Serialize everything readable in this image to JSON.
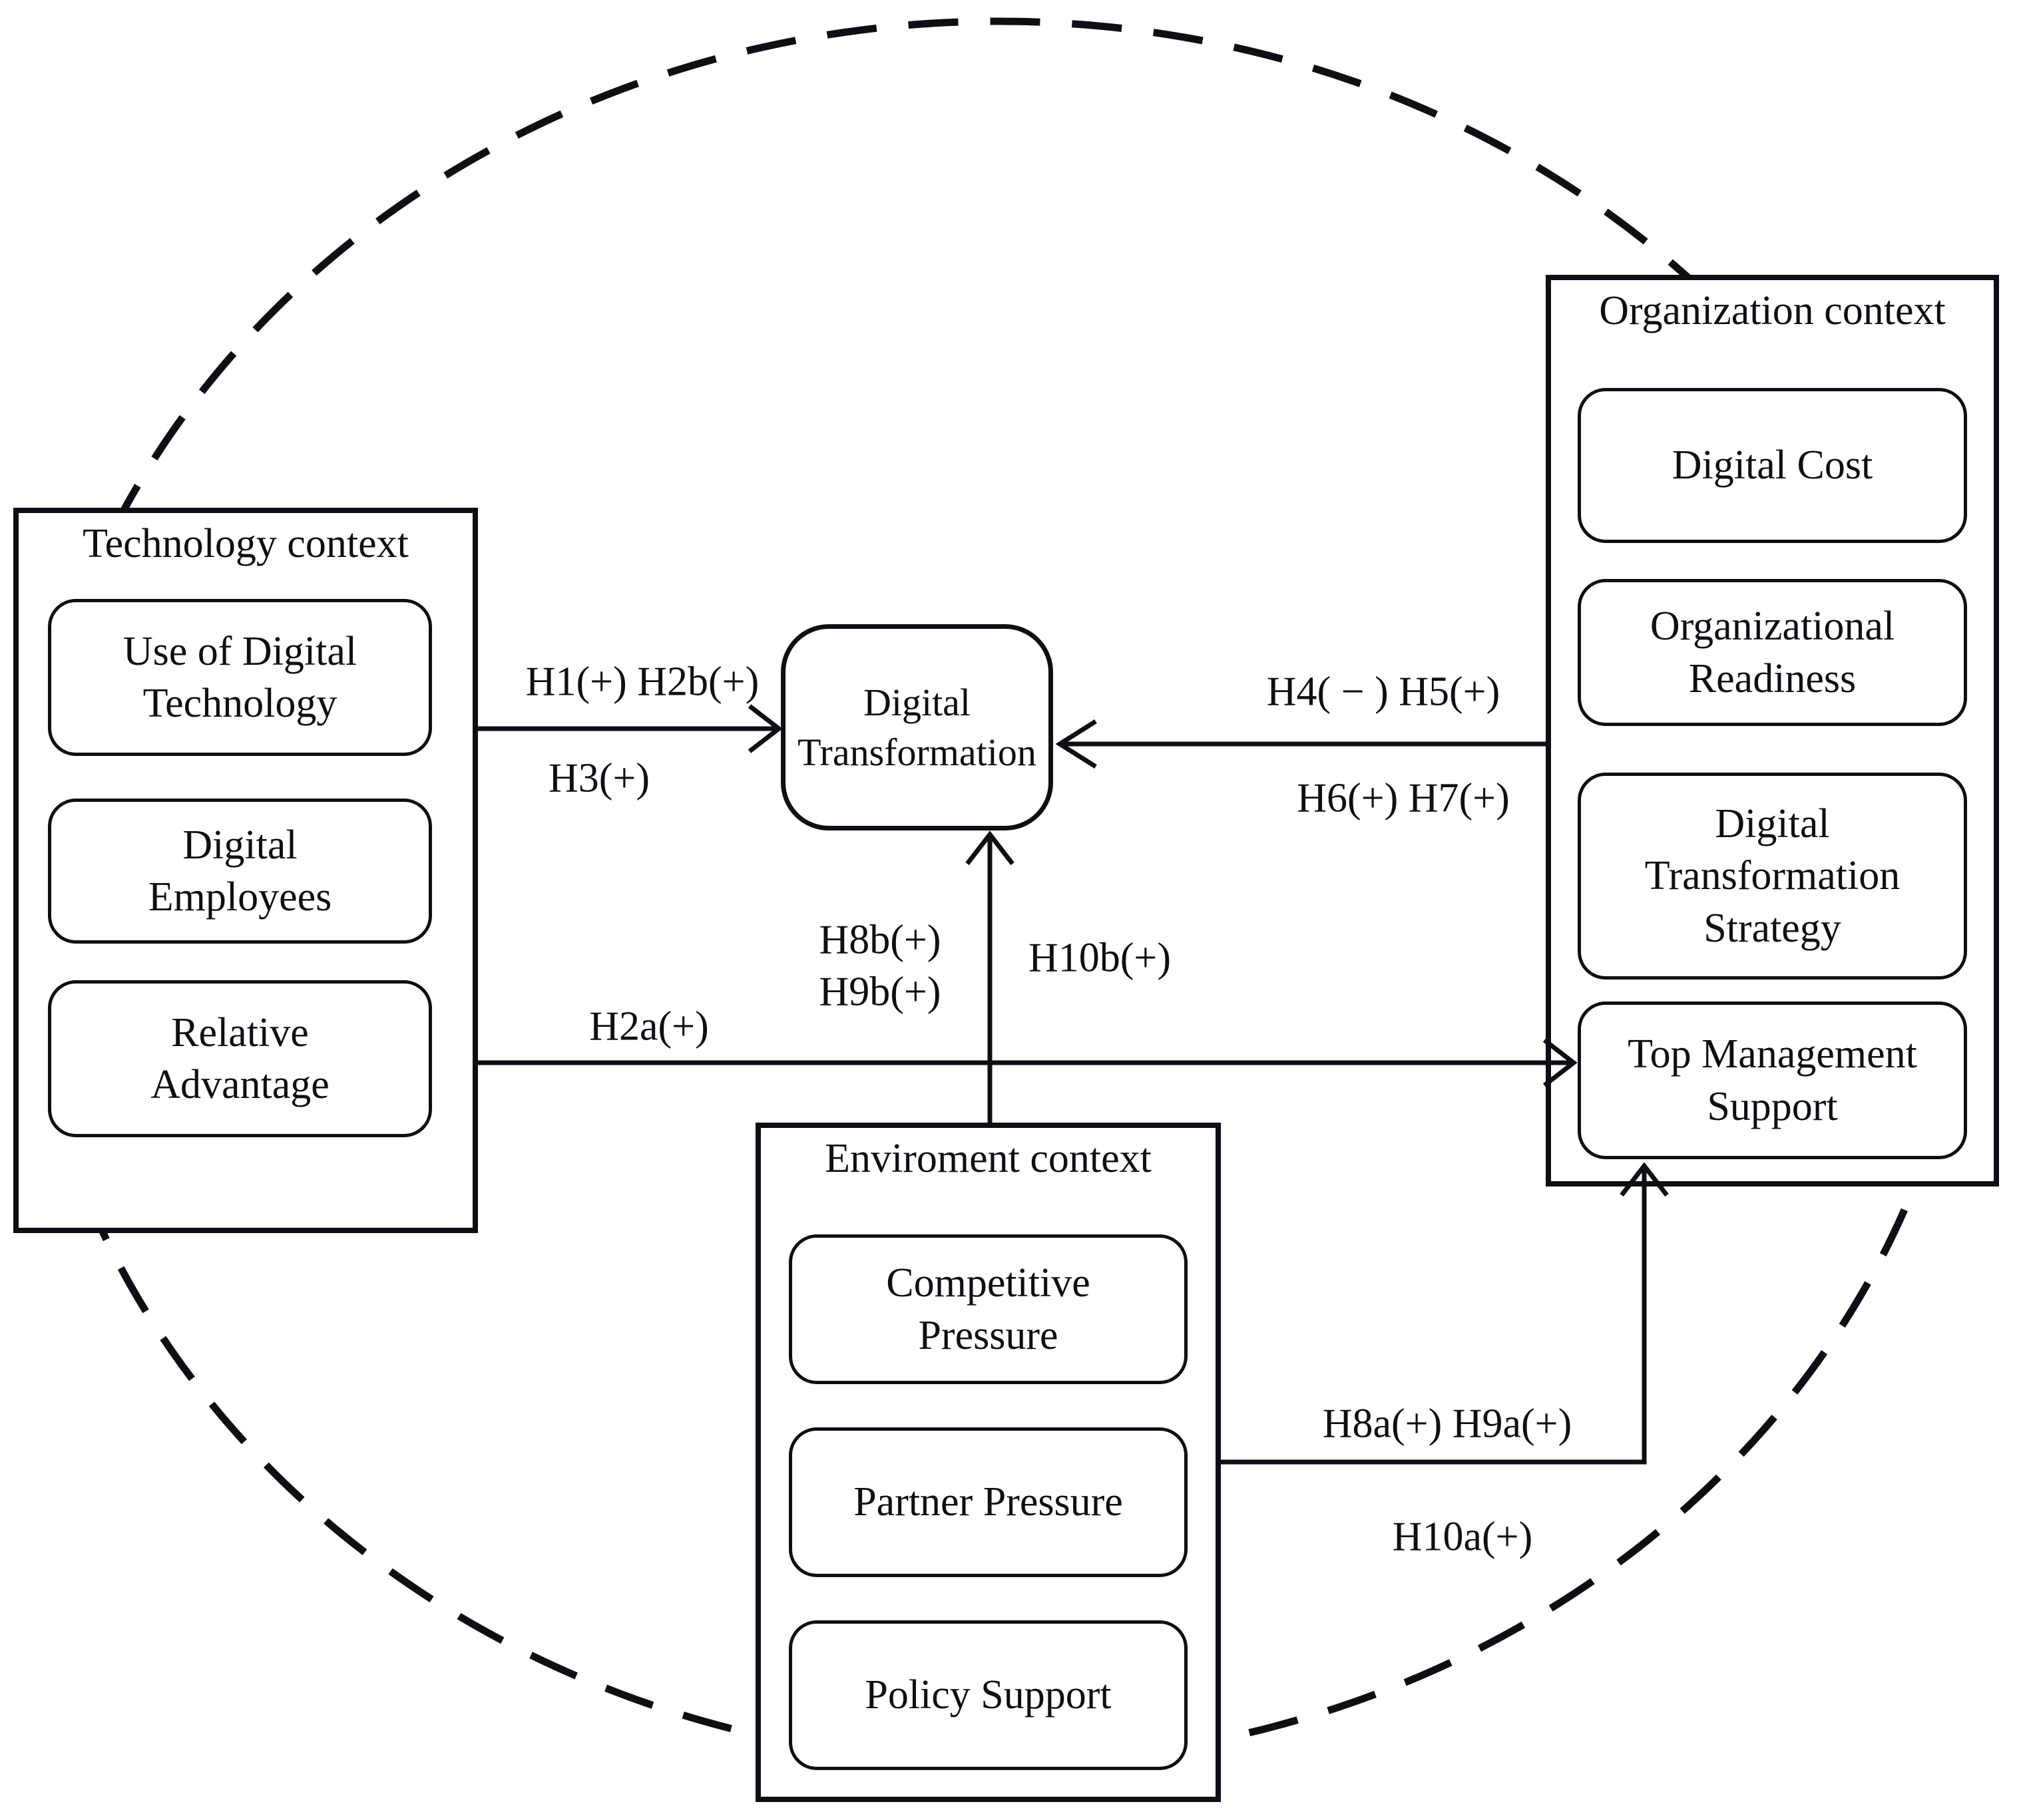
{
  "figure": {
    "background": "#ffffff",
    "ink_color": "#0e0e14",
    "center_node": {
      "label": "Digital Transformation"
    },
    "groups": [
      {
        "title": "Technology context",
        "items": [
          "Use of Digital Technology",
          "Digital Employees",
          "Relative Advantage"
        ]
      },
      {
        "title": "Organization context",
        "items": [
          "Digital Cost",
          "Organizational Readiness",
          "Digital Transformation Strategy",
          "Top Management Support"
        ]
      },
      {
        "title": "Enviroment context",
        "items": [
          "Competitive Pressure",
          "Partner Pressure",
          "Policy Support"
        ]
      }
    ],
    "labels": {
      "h1_h2b": "H1(+) H2b(+)",
      "h3": "H3(+)",
      "h4_h5": "H4( − ) H5(+)",
      "h6_h7": "H6(+) H7(+)",
      "h2a": "H2a(+)",
      "h8b_h9b": "H8b(+)\nH9b(+)",
      "h10b": "H10b(+)",
      "h8a_h9a": "H8a(+) H9a(+)",
      "h10a": "H10a(+)"
    }
  }
}
